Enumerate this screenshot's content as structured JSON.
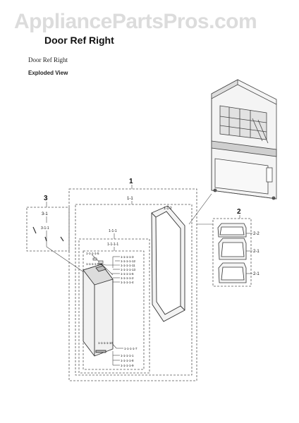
{
  "watermark": "AppliancePartsPros.com",
  "title": "Door Ref Right",
  "subtitle": "Door Ref Right",
  "section_label": "Exploded View",
  "callouts": {
    "c1": "1",
    "c1_1": "1-1",
    "c1_1_1": "1-1-1",
    "c1_1_1_1": "1-1-1-1",
    "c1_1_2": "1-1-2",
    "c2": "2",
    "c2_1a": "2-1",
    "c2_1b": "2-1",
    "c2_2": "2-2",
    "c3": "3",
    "c3_1": "3-1",
    "c3_1_1": "3-1-1",
    "p5": "1-1-1-1-5",
    "p3": "1-1-1-1-3",
    "p12": "1-1-1-1-12",
    "p51": "1-1-1-1-5-1",
    "p11": "1-1-1-1-11",
    "p13": "1-1-1-1-13",
    "p6": "1-1-1-1-6",
    "p2": "1-1-1-1-2",
    "p4": "1-1-1-1-4",
    "p10": "1-1-1-1-10",
    "p7": "1-1-1-1-7",
    "p1": "1-1-1-1-1",
    "p8": "1-1-1-1-8",
    "p9": "1-1-1-1-9"
  }
}
